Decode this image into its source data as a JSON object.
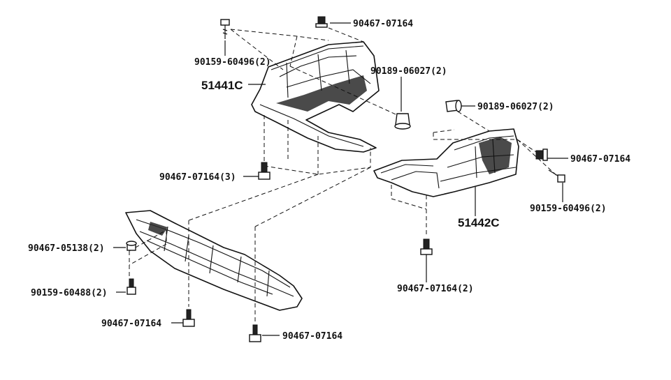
{
  "callouts": [
    {
      "id": "c1",
      "text": "90467-07164"
    },
    {
      "id": "c2",
      "text": "90159-60496(2)"
    },
    {
      "id": "c3",
      "text": "51441C"
    },
    {
      "id": "c4",
      "text": "90189-06027(2)"
    },
    {
      "id": "c5",
      "text": "90189-06027(2)"
    },
    {
      "id": "c6",
      "text": "90467-07164"
    },
    {
      "id": "c7",
      "text": "90467-07164(3)"
    },
    {
      "id": "c8",
      "text": "90159-60496(2)"
    },
    {
      "id": "c9",
      "text": "51442C"
    },
    {
      "id": "c10",
      "text": "90467-05138(2)"
    },
    {
      "id": "c11",
      "text": "90159-60488(2)"
    },
    {
      "id": "c12",
      "text": "90467-07164(2)"
    },
    {
      "id": "c13",
      "text": "90467-07164"
    },
    {
      "id": "c14",
      "text": "90467-07164"
    }
  ],
  "icons": {
    "clip": "push-clip-icon",
    "screw": "screw-icon",
    "bolt": "bolt-icon"
  }
}
